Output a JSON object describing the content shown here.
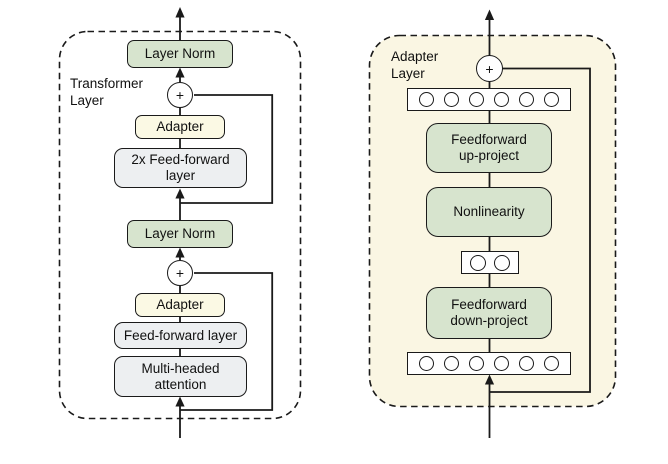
{
  "colors": {
    "green": "#d7e4ce",
    "cream": "#fbf9e4",
    "gray": "#edeff1",
    "panel-bg": "#faf6e3",
    "line": "#1a1a1a"
  },
  "left_panel": {
    "label": [
      "Transformer",
      "Layer"
    ],
    "layer_norm_top": "Layer Norm",
    "plus_top": "+",
    "adapter_top": "Adapter",
    "feed_forward_2x": [
      "2x Feed-forward",
      "layer"
    ],
    "layer_norm_mid": "Layer Norm",
    "plus_bottom": "+",
    "adapter_bottom": "Adapter",
    "feed_forward": "Feed-forward layer",
    "multi_head_attention": [
      "Multi-headed",
      "attention"
    ]
  },
  "right_panel": {
    "label": [
      "Adapter",
      "Layer"
    ],
    "plus": "+",
    "feedforward_up": [
      "Feedforward",
      "up-project"
    ],
    "nonlinearity": "Nonlinearity",
    "feedforward_down": [
      "Feedforward",
      "down-project"
    ],
    "top_vector_dot_count": 6,
    "bottleneck_dot_count": 2,
    "bottom_vector_dot_count": 6
  }
}
